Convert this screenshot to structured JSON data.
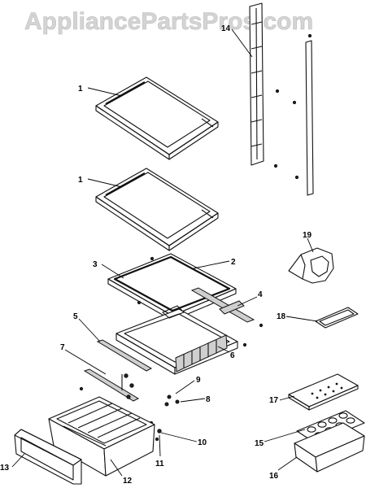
{
  "watermark": "AppliancePartsPros.com",
  "callouts": [
    "1",
    "1",
    "2",
    "3",
    "4",
    "5",
    "6",
    "7",
    "8",
    "9",
    "10",
    "11",
    "12",
    "13",
    "14",
    "15",
    "16",
    "17",
    "18",
    "19"
  ]
}
